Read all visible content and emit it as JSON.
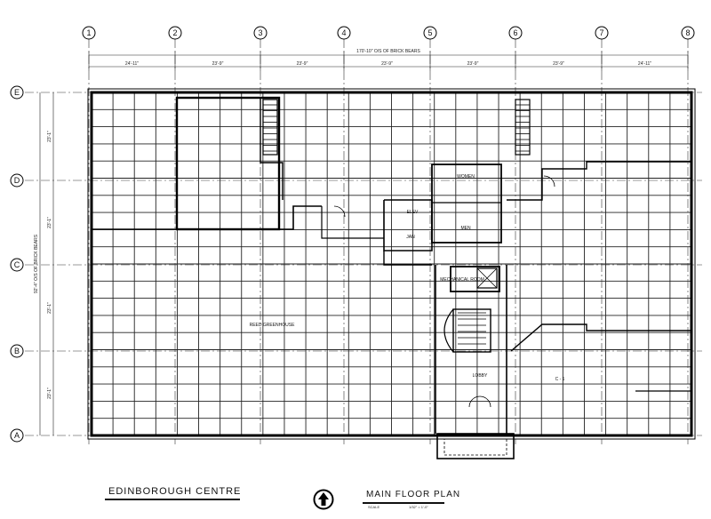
{
  "grid": {
    "columns": [
      "1",
      "2",
      "3",
      "4",
      "5",
      "6",
      "7",
      "8"
    ],
    "rows": [
      "E",
      "D",
      "C",
      "B",
      "A"
    ]
  },
  "dimensions": {
    "overall": "170'-10\" O/S OF BRICK BEARS",
    "bays": [
      "24'-11\"",
      "23'-9\"",
      "23'-9\"",
      "23'-9\"",
      "23'-9\"",
      "23'-9\"",
      "24'-11\""
    ],
    "rows": [
      "23'-1\"",
      "23'-1\"",
      "23'-1\"",
      "23'-1\""
    ],
    "overall_rows": "92'-4\" O/S OF BRICK BEARS"
  },
  "rooms": {
    "main": "REED GREENHOUSE",
    "washroom_top": "WOMEN",
    "washroom_bottom": "MEN",
    "elev": "ELEV",
    "jan": "JAN",
    "mech": "MECHANICAL ROOM",
    "lobby": "LOBBY",
    "small_right": "C - 1"
  },
  "titles": {
    "building": "EDINBOROUGH CENTRE",
    "drawing": "MAIN FLOOR PLAN",
    "scale_label": "SCALE",
    "scale_value": "1/32\" = 1'-0\""
  },
  "icons": {
    "north": "north-arrow-icon"
  }
}
